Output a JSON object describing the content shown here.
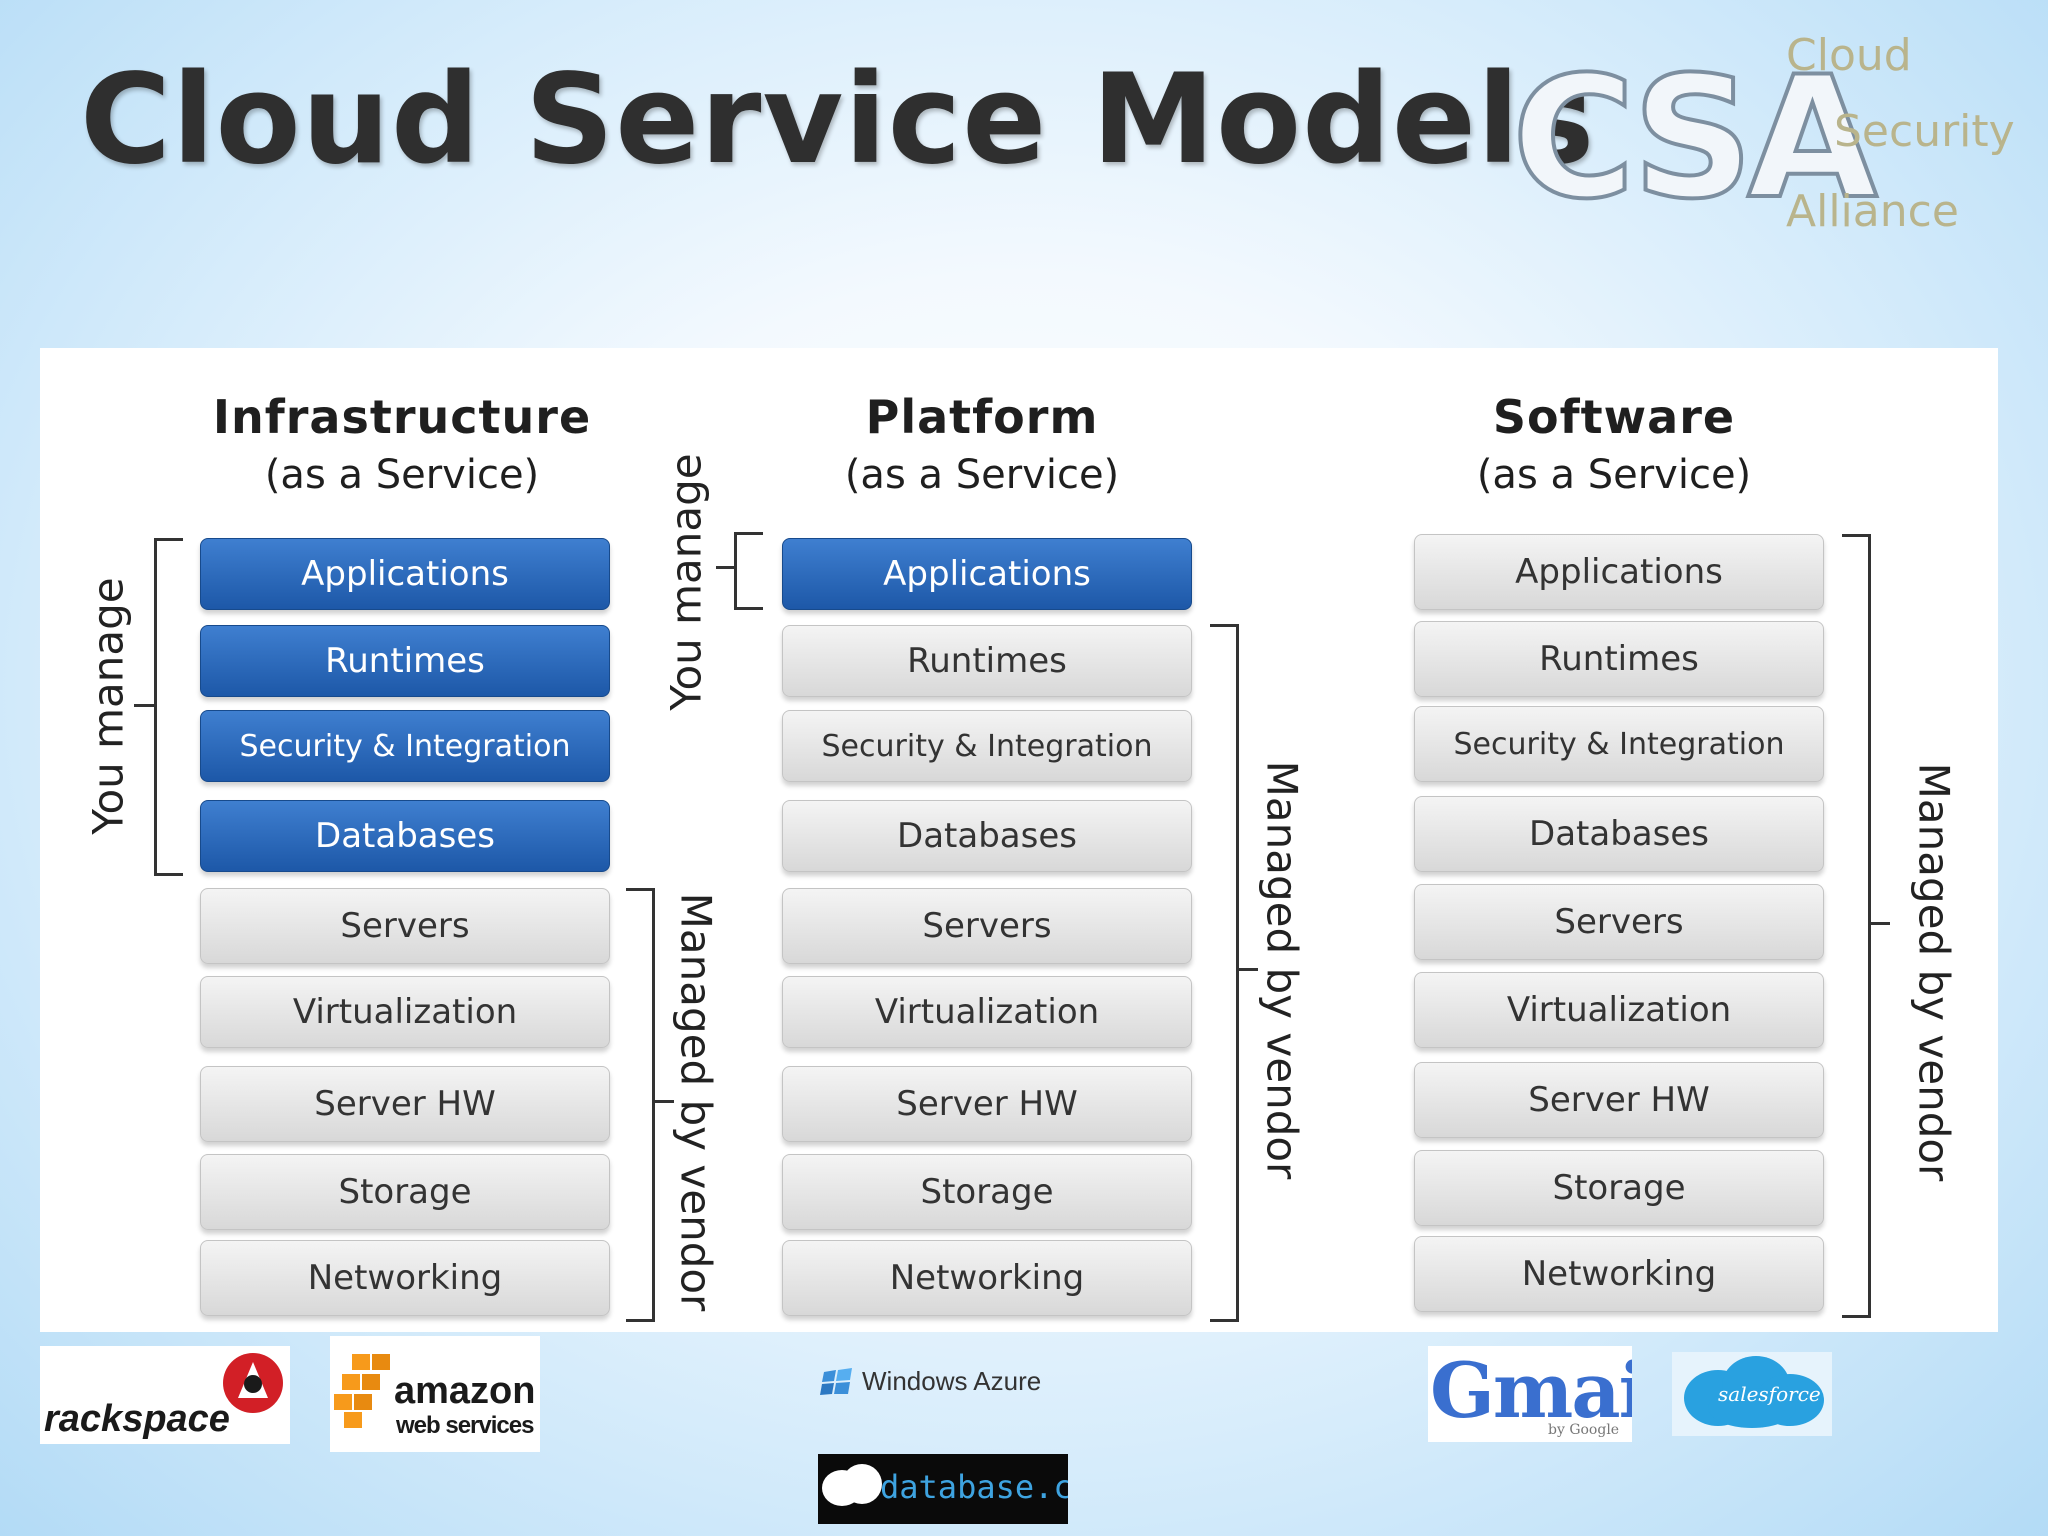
{
  "slide": {
    "title": "Cloud Service Models"
  },
  "csa": {
    "letters": "CSA",
    "line1": "Cloud",
    "line2": "Security",
    "line3": "Alliance"
  },
  "iaas": {
    "name": "Infrastructure",
    "sub": "(as a Service)",
    "you_manage": "You manage",
    "vendor": "Managed by vendor",
    "layers": [
      "Applications",
      "Runtimes",
      "Security & Integration",
      "Databases",
      "Servers",
      "Virtualization",
      "Server HW",
      "Storage",
      "Networking"
    ]
  },
  "paas": {
    "name": "Platform",
    "sub": "(as a Service)",
    "you_manage": "You manage",
    "vendor": "Managed by vendor",
    "layers": [
      "Applications",
      "Runtimes",
      "Security & Integration",
      "Databases",
      "Servers",
      "Virtualization",
      "Server HW",
      "Storage",
      "Networking"
    ]
  },
  "saas": {
    "name": "Software",
    "sub": "(as a Service)",
    "vendor": "Managed by vendor",
    "layers": [
      "Applications",
      "Runtimes",
      "Security & Integration",
      "Databases",
      "Servers",
      "Virtualization",
      "Server HW",
      "Storage",
      "Networking"
    ]
  },
  "logos": {
    "rackspace": "rackspace",
    "amazon1": "amazon",
    "amazon2": "web services",
    "azure": "Windows Azure",
    "database": "database.com",
    "gmail": "Gmail",
    "gmail_sub": "by Google",
    "salesforce": "salesforce"
  },
  "colors": {
    "blue_layer": "#2c6bbf",
    "grey_layer": "#e2e2e2",
    "csa_text": "#b9b48c"
  }
}
